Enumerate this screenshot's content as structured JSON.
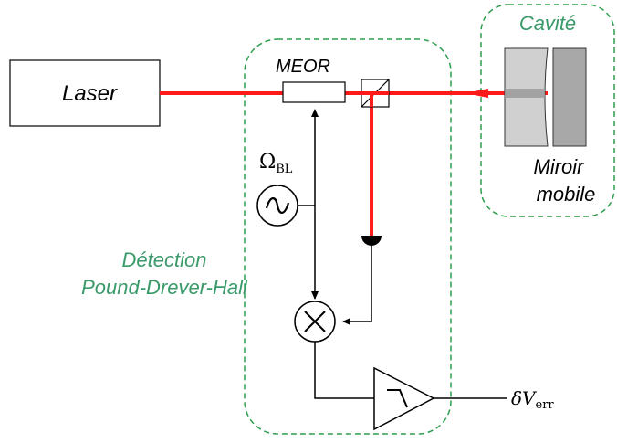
{
  "labels": {
    "laser": "Laser",
    "meor": "MEOR",
    "cavity": "Cavité",
    "mirror_line1": "Miroir",
    "mirror_line2": "mobile",
    "detection_line1": "Détection",
    "detection_line2": "Pound-Drever-Hall",
    "omega_symbol": "Ω",
    "omega_sub": "BL",
    "error_delta": "δ",
    "error_v": "V",
    "error_sub": "err"
  },
  "colors": {
    "beam": "#ff1a1a",
    "group_border": "#2e9e4e",
    "group_text": "#3a9a6a",
    "line": "#000000",
    "mirror_fixed": "#d0d0d0",
    "mirror_mobile": "#a8a8a8"
  },
  "icons": {
    "oscillator": "sine-wave-icon",
    "mixer": "multiply-icon",
    "amplifier": "triangle-amplifier-icon",
    "photodetector": "half-disc-detector-icon",
    "beamsplitter": "beam-splitter-cube-icon"
  }
}
